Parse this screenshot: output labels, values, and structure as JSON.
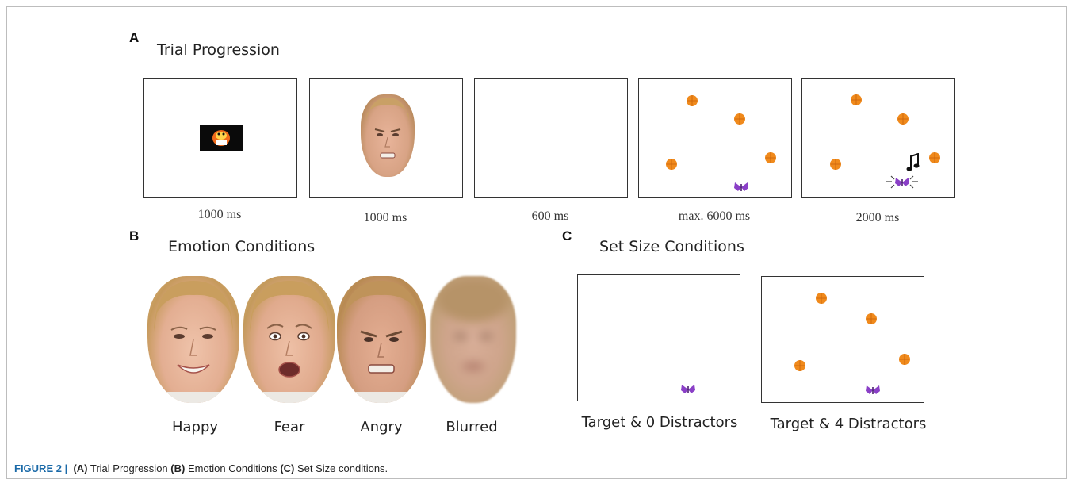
{
  "panels": {
    "a": {
      "letter": "A",
      "title": "Trial Progression"
    },
    "b": {
      "letter": "B",
      "title": "Emotion Conditions"
    },
    "c": {
      "letter": "C",
      "title": "Set Size Conditions"
    }
  },
  "trial_steps": [
    {
      "duration": "1000 ms",
      "content": "attention-getter"
    },
    {
      "duration": "1000 ms",
      "content": "emotional-face"
    },
    {
      "duration": "600 ms",
      "content": "blank"
    },
    {
      "duration": "max. 6000 ms",
      "content": "search-display"
    },
    {
      "duration": "2000 ms",
      "content": "feedback-display"
    }
  ],
  "emotions": [
    {
      "label": "Happy"
    },
    {
      "label": "Fear"
    },
    {
      "label": "Angry"
    },
    {
      "label": "Blurred"
    }
  ],
  "set_sizes": [
    {
      "label": "Target & 0 Distractors",
      "distractors": 0
    },
    {
      "label": "Target & 4 Distractors",
      "distractors": 4
    }
  ],
  "caption": {
    "figure": "FIGURE 2 |",
    "a_tag": "(A)",
    "a_text": "Trial Progression",
    "b_tag": "(B)",
    "b_text": "Emotion Conditions",
    "c_tag": "(C)",
    "c_text": "Set Size conditions."
  },
  "colors": {
    "distractor": "#f08a1c",
    "target": "#8a3fc7",
    "border": "#333333",
    "caption_figure": "#1b6aa8"
  },
  "icons": [
    "ball-icon",
    "butterfly-icon",
    "music-note-icon",
    "toy-icon"
  ]
}
